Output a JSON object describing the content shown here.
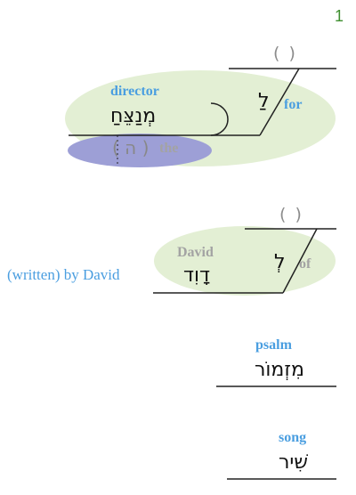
{
  "verse_number": "1",
  "clause1": {
    "preposition": {
      "hebrew": "לַ",
      "gloss": "for",
      "omitted_object": "( )"
    },
    "director": {
      "hebrew": "מְנַצֵּחַ",
      "gloss": "director"
    },
    "article": {
      "hebrew": "( ה )",
      "gloss": "the"
    }
  },
  "clause2": {
    "preposition": {
      "hebrew": "לְ",
      "gloss": "of",
      "omitted_object": "( )"
    },
    "david": {
      "hebrew": "דָוִד",
      "gloss": "David"
    },
    "note": "(written) by David"
  },
  "psalm": {
    "hebrew": "מִזְמוֹר",
    "gloss": "psalm"
  },
  "song": {
    "hebrew": "שִׁיר",
    "gloss": "song"
  },
  "colors": {
    "highlight_green": "#e3efd4",
    "highlight_purple": "#9d9fd6",
    "gloss_blue": "#4a9ee0",
    "gloss_gray": "#a3a3a3",
    "verse_number_green": "#3f8f2f"
  }
}
